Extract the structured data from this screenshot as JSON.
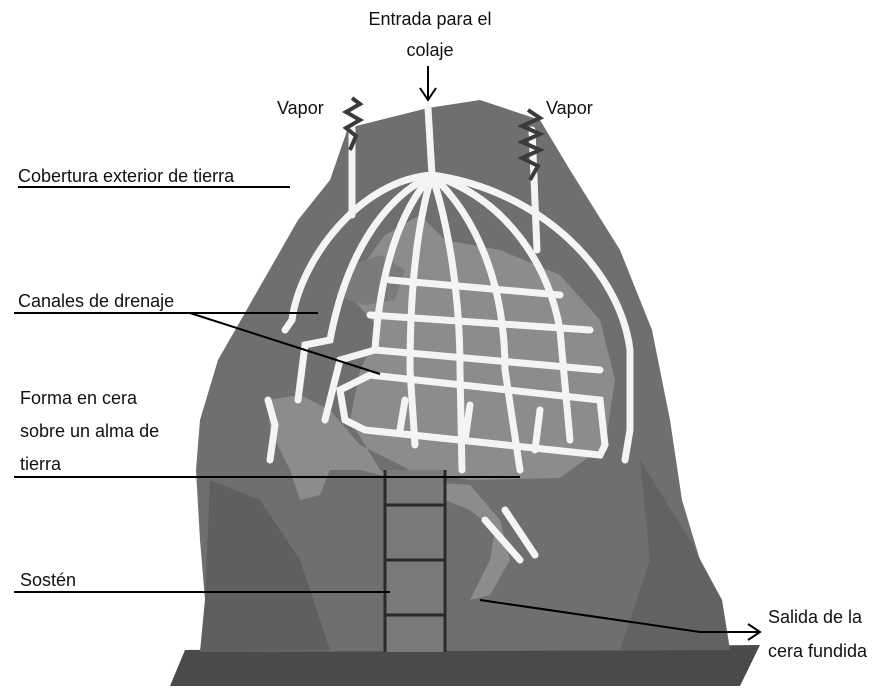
{
  "labels": {
    "entrada_line1": "Entrada para el",
    "entrada_line2": "colaje",
    "vapor_left": "Vapor",
    "vapor_right": "Vapor",
    "cobertura": "Cobertura exterior de tierra",
    "canales": "Canales de drenaje",
    "forma_line1": "Forma en cera",
    "forma_line2": "sobre un alma de",
    "forma_line3": "tierra",
    "sosten": "Sostén",
    "salida_line1": "Salida de la",
    "salida_line2": "cera fundida"
  },
  "colors": {
    "mold": "#6f6f6f",
    "mold_dark": "#555555",
    "channels": "#f4f4f4",
    "wax_form": "#8c8c8c",
    "base": "#4a4a4a",
    "leader_lines": "#000000"
  }
}
